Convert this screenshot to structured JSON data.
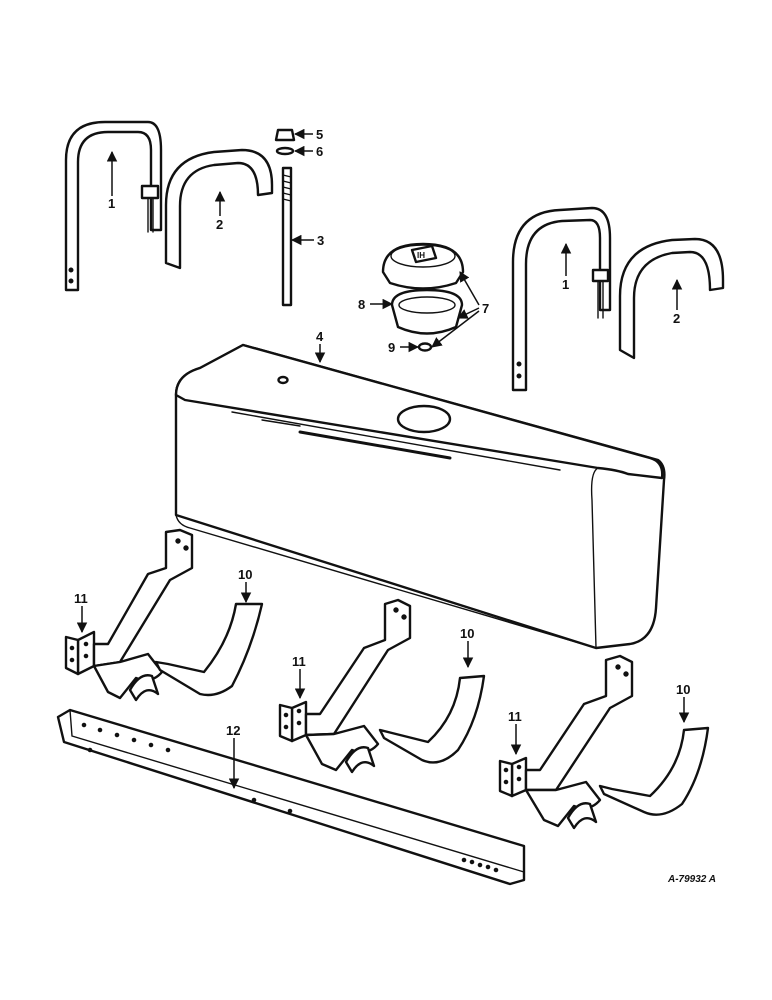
{
  "diagram": {
    "reference_code": "A-79932 A",
    "callouts": {
      "c1a": "1",
      "c2a": "2",
      "c3": "3",
      "c1b": "1",
      "c2b": "2",
      "c5": "5",
      "c6": "6",
      "c7": "7",
      "c8": "8",
      "c9": "9",
      "c4": "4",
      "c11a": "11",
      "c10a": "10",
      "c11b": "11",
      "c10b": "10",
      "c11c": "11",
      "c10c": "10",
      "c12": "12"
    }
  }
}
